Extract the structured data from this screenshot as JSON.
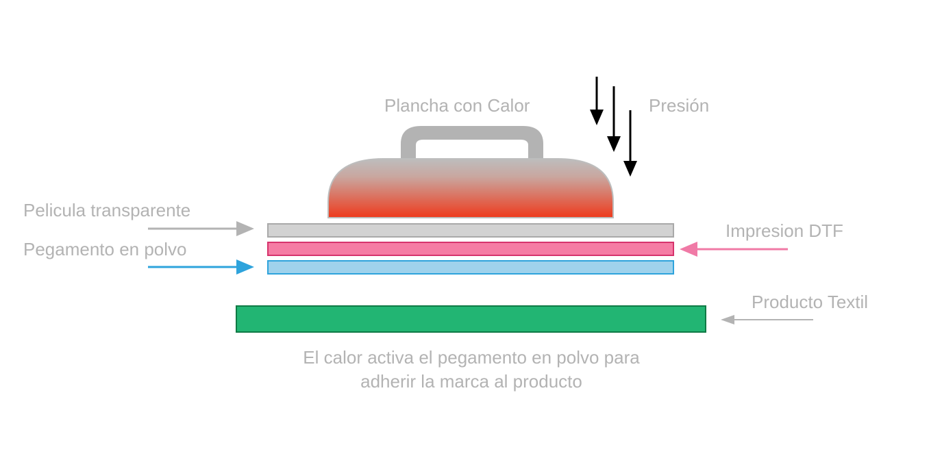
{
  "labels": {
    "iron": "Plancha con Calor",
    "pressure": "Presión",
    "film": "Pelicula transparente",
    "glue": "Pegamento en polvo",
    "print": "Impresion DTF",
    "textile": "Producto Textil"
  },
  "caption": {
    "line1": "El calor activa el pegamento en polvo para",
    "line2": "adherir la marca al producto"
  },
  "colors": {
    "label_text": "#b3b3b3",
    "film_fill": "#d2d2d2",
    "film_stroke": "#a9a9a9",
    "print_fill": "#f57ca4",
    "print_stroke": "#d6336c",
    "glue_fill": "#9fd2ec",
    "glue_stroke": "#2ea3dc",
    "textile_fill": "#22b573",
    "textile_stroke": "#0f7a45",
    "iron_handle": "#b3b3b3",
    "iron_top": "#bdbdbd",
    "iron_bottom": "#ee3a1c",
    "pressure_arrow": "#000000",
    "film_arrow": "#b3b3b3",
    "glue_arrow": "#2ea3dc",
    "print_arrow": "#f07aa6",
    "textile_arrow": "#b3b3b3"
  },
  "icons": {
    "iron": "iron-icon",
    "pressure": "down-arrows-icon"
  }
}
